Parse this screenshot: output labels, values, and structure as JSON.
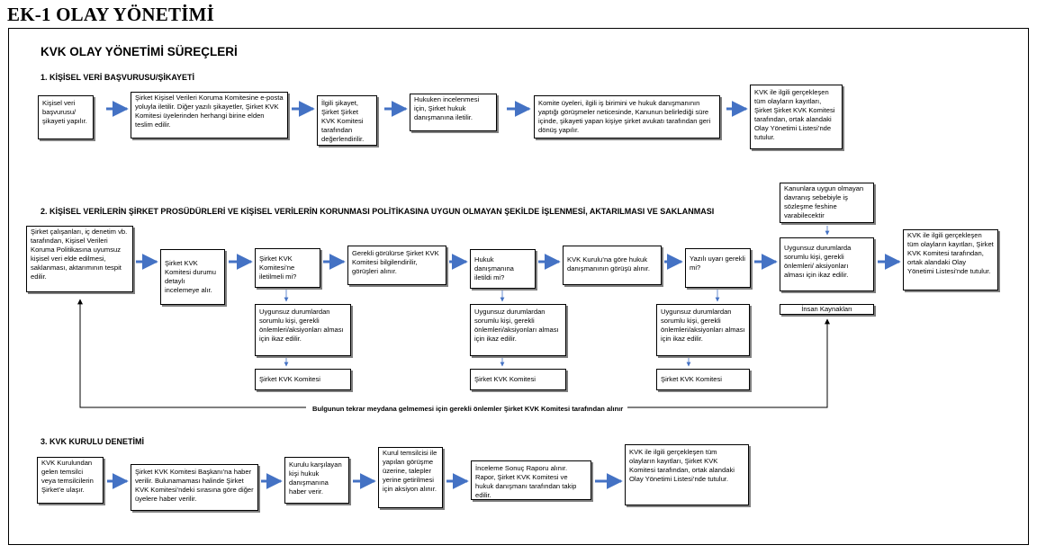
{
  "page_title": "EK-1 OLAY YÖNETİMİ",
  "doc_title": "KVK OLAY YÖNETİMİ SÜREÇLERİ",
  "section1": {
    "title": "1. KİŞİSEL VERİ BAŞVURUSU/ŞİKAYETİ",
    "boxes": [
      "Kişisel veri başvurusu/şikayeti yapılır.",
      "Şirket Kişisel Verileri Koruma Komitesine e-posta yoluyla iletilir. Diğer yazılı şikayetler, Şirket KVK Komitesi üyelerinden herhangi birine elden teslim edilir.",
      "İlgili şikayet, Şirket Şirket KVK Komitesi tarafından değerlendirilir.",
      "Hukuken incelenmesi için, Şirket hukuk danışmanına iletilir.",
      "Komite üyeleri, ilgili iş birimini ve hukuk danışmanının yaptığı görüşmeler neticesinde, Kanunun belirlediği süre içinde, şikayeti yapan kişiye şirket avukatı tarafından geri dönüş yapılır.",
      "KVK ile ilgili gerçekleşen tüm olayların kayıtları, Şirket Şirket KVK Komitesi tarafından, ortak alandaki Olay Yönetimi Listesi’nde tutulur."
    ]
  },
  "section2": {
    "title": "2. KİŞİSEL VERİLERİN ŞİRKET PROSÜDÜRLERİ VE KİŞİSEL VERİLERİN KORUNMASI POLİTİKASINA UYGUN OLMAYAN ŞEKİLDE İŞLENMESİ, AKTARILMASI VE SAKLANMASI",
    "boxes": [
      "Şirket çalışanları, iç denetim vb. tarafından, Kişisel Verileri Koruma Politikasına uyumsuz kişisel veri elde edilmesi, saklanması, aktarımının tespit edilir.",
      "Şirket KVK Komitesi durumu detaylı incelemeye alır.",
      "Şirket KVK Komitesi’ne iletilmeli mi?",
      "Gerekli görülürse Şirket KVK Komitesi bilgilendirilir, görüşleri alınır.",
      "Hukuk danışmanına iletildi mi?",
      "KVK Kurulu’na göre hukuk danışmanının görüşü alınır.",
      "Yazılı uyarı gerekli mi?",
      "Uygunsuz durumlarda sorumlu kişi, gerekli önlemleri/ aksiyonları alması için ikaz edilir.",
      "KVK ile ilgili gerçekleşen tüm olayların kayıtları, Şirket KVK Komitesi tarafından, ortak alandaki Olay Yönetimi Listesi’nde tutulur."
    ],
    "top_note": "Kanunlara uygun olmayan davranış sebebiyle iş sözleşme feshine varabilecektir",
    "hr_label": "İnsan Kaynakları",
    "sub_box_text": "Uygunsuz durumlardan sorumlu kişi, gerekli önlemleri/aksiyonları alması için ikaz edilir.",
    "sub_label": "Şirket KVK Komitesi",
    "feedback_note": "Bulgunun tekrar meydana gelmemesi için gerekli önlemler Şirket KVK Komitesi tarafından alınır"
  },
  "section3": {
    "title": "3. KVK KURULU DENETİMİ",
    "boxes": [
      "KVK Kurulundan gelen temsilci veya temsilcilerin Şirket’e ulaşır.",
      "Şirket KVK Komitesi Başkanı’na haber verilir. Bulunamaması halinde Şirket KVK Komitesi’ndeki sırasına göre diğer üyelere haber verilir.",
      "Kurulu karşılayan kişi hukuk danışmanına haber verir.",
      "Kurul temsilcisi ile yapılan görüşme üzerine, talepler yerine getirilmesi için aksiyon alınır.",
      "İnceleme Sonuç Raporu alınır. Rapor, Şirket KVK Komitesi ve hukuk danışmanı tarafından takip edilir.",
      "KVK ile ilgili gerçekleşen tüm olayların kayıtları, Şirket KVK Komitesi tarafından, ortak alandaki Olay Yönetimi Listesi’nde tutulur."
    ]
  },
  "colors": {
    "arrow": "#4472c4",
    "shadow": "#7f7f7f",
    "border": "#000000"
  }
}
